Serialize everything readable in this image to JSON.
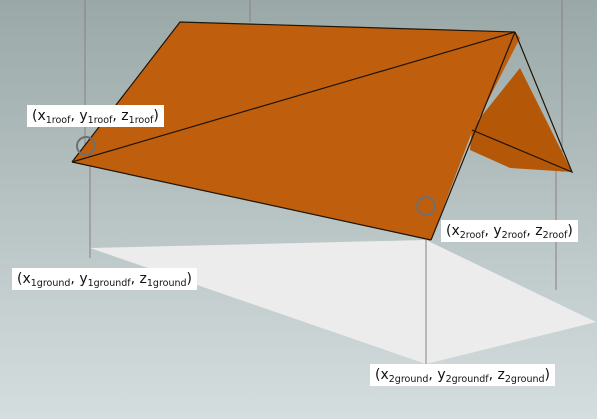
{
  "scene": {
    "colors": {
      "sky_top": "#9aa8a8",
      "sky_bottom": "#d5dede",
      "roof": "#bf5f0d",
      "roof_side": "#b45707",
      "ground_footprint": "#ececec",
      "edge_line": "#1f1407",
      "guide_line": "#8c7f7f",
      "marker_circle": "#6f6f6f"
    }
  },
  "labels": {
    "roof_point_1": {
      "open": "(x",
      "x_sub": "1roof",
      "y": "y",
      "y_sub": "1roof",
      "z": "z",
      "z_sub": "1roof",
      "close": ")"
    },
    "roof_point_2": {
      "open": "(x",
      "x_sub": "2roof",
      "y": "y",
      "y_sub": "2roof",
      "z": "z",
      "z_sub": "2roof",
      "close": ")"
    },
    "ground_point_1": {
      "open": "(x",
      "x_sub": "1ground",
      "y": "y",
      "y_sub": "1groundf",
      "z": "z",
      "z_sub": "1ground",
      "close": ")"
    },
    "ground_point_2": {
      "open": "(x",
      "x_sub": "2ground",
      "y": "y",
      "y_sub": "2groundf",
      "z": "z",
      "z_sub": "2ground",
      "close": ")"
    }
  }
}
